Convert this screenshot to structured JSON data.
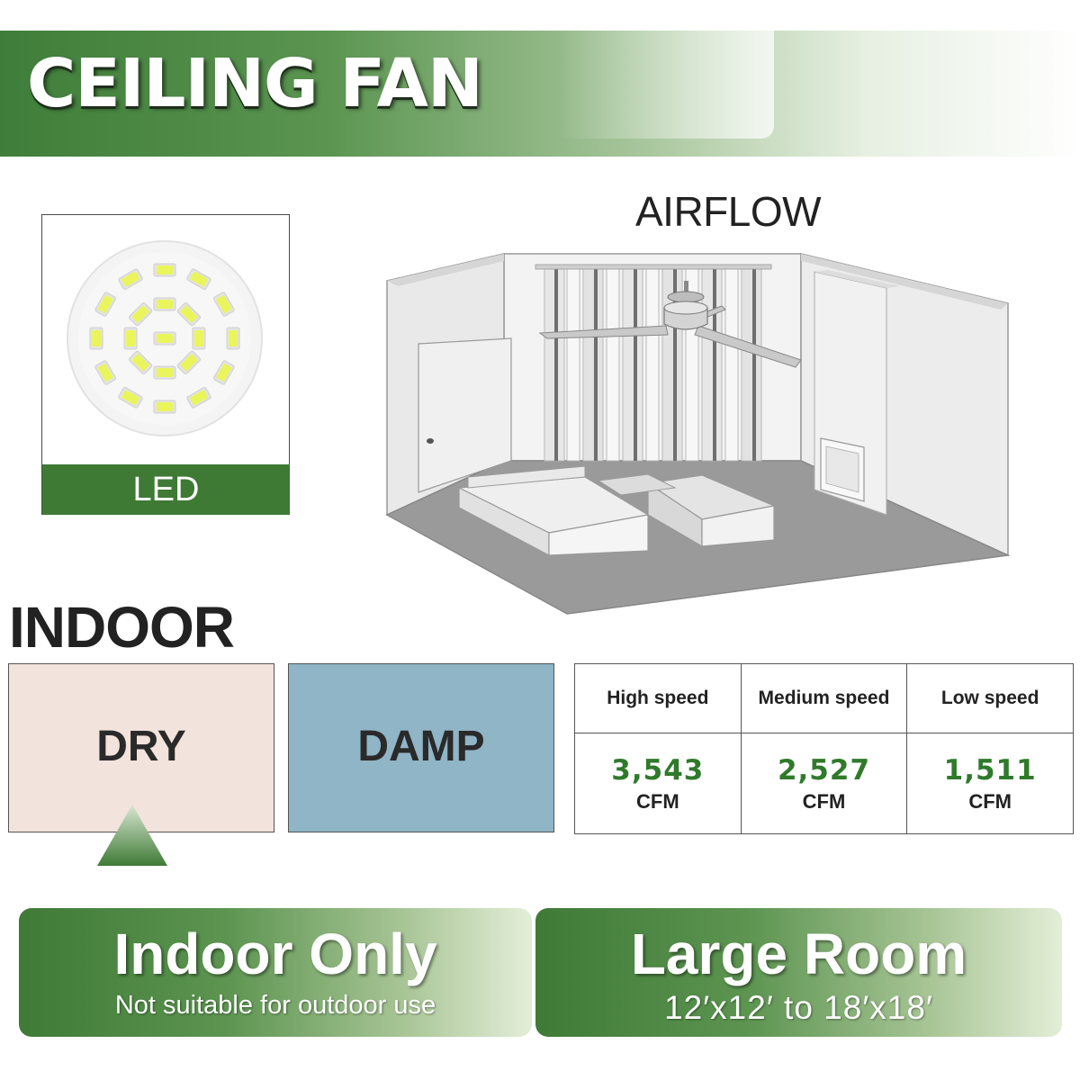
{
  "header": {
    "title": "CEILING FAN"
  },
  "led": {
    "label": "LED"
  },
  "airflow": {
    "title": "AIRFLOW"
  },
  "location": {
    "heading": "INDOOR",
    "options": [
      {
        "label": "DRY",
        "selected": true
      },
      {
        "label": "DAMP",
        "selected": false
      }
    ]
  },
  "cfm_table": {
    "columns": [
      "High speed",
      "Medium speed",
      "Low speed"
    ],
    "values": [
      "3,543",
      "2,527",
      "1,511"
    ],
    "unit": "CFM"
  },
  "badges": {
    "indoor": {
      "title": "Indoor Only",
      "subtitle": "Not suitable for outdoor use"
    },
    "room": {
      "title": "Large Room",
      "subtitle": "12′x12′ to 18′x18′"
    }
  },
  "colors": {
    "brand_green": "#3e7a34",
    "value_green": "#2f7a2b",
    "dry_bg": "#f2e3dc",
    "damp_bg": "#8fb5c6"
  }
}
